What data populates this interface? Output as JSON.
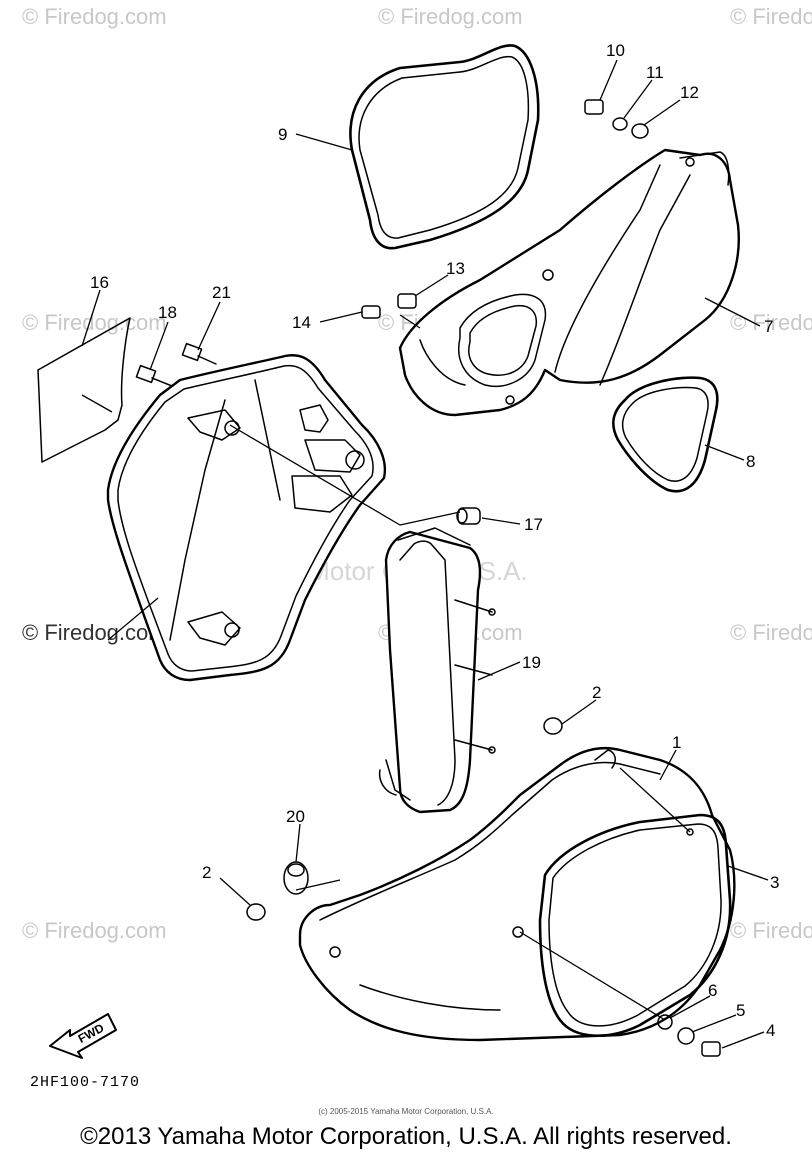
{
  "watermarks": {
    "firedog": "© Firedog.com",
    "center": "Yamaha Motor Corp, U.S.A."
  },
  "callouts": {
    "p1": "1",
    "p2a": "2",
    "p2b": "2",
    "p3": "3",
    "p4": "4",
    "p5": "5",
    "p6": "6",
    "p7": "7",
    "p8": "8",
    "p9": "9",
    "p10": "10",
    "p11": "11",
    "p12": "12",
    "p13": "13",
    "p14": "14",
    "p16": "16",
    "p17": "17",
    "p18": "18",
    "p19": "19",
    "p20": "20",
    "p21": "21"
  },
  "fwd_label": "FWD",
  "diagram_code": "2HF100-7170",
  "footer_small": "(c) 2005-2015 Yamaha Motor Corporation, U.S.A.",
  "footer": "©2013 Yamaha Motor Corporation, U.S.A. All rights reserved."
}
